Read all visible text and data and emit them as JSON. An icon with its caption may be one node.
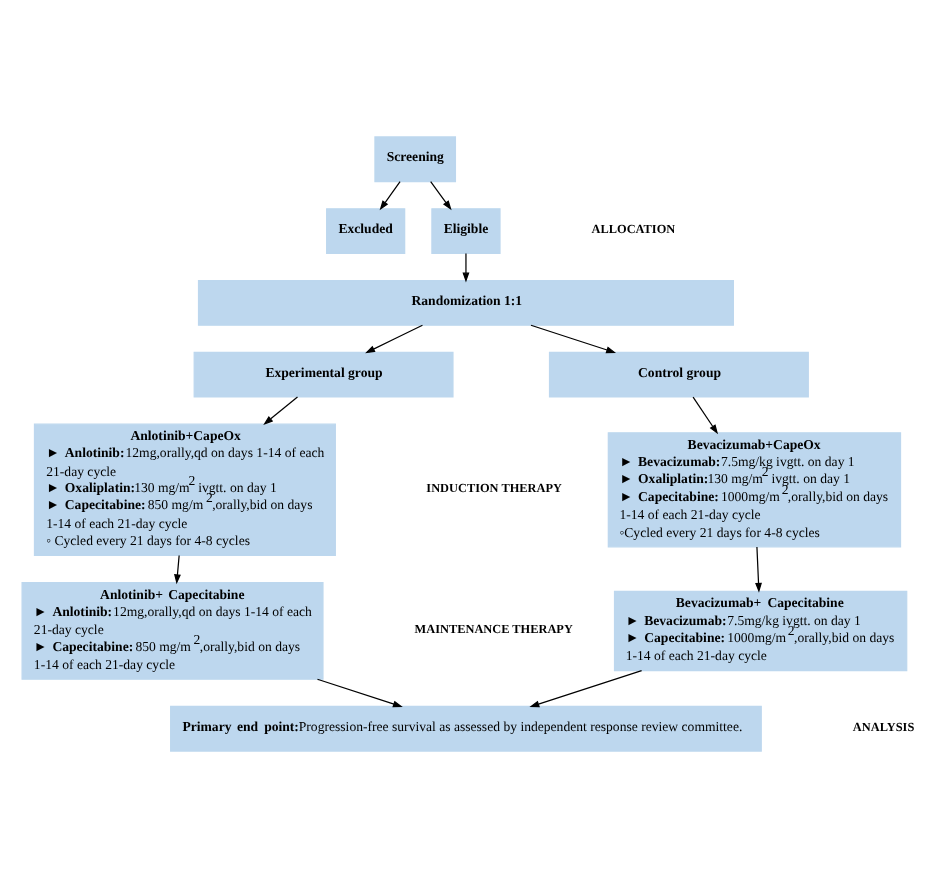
{
  "diagram": {
    "nodes": [
      {
        "text": [
          "Screening"
        ]
      },
      {
        "text": [
          "Excluded"
        ]
      },
      {
        "text": [
          "Eligible"
        ]
      },
      {
        "text": [
          "Randomization 1:1"
        ]
      },
      {
        "text": [
          "Experimental group"
        ]
      },
      {
        "text": [
          "Control group"
        ]
      },
      {
        "text": [
          "Anlotinib+CapeOx",
          "► **Anlotinib:**12mg,orally,qd on days 1-14 of each 21-day cycle",
          "► **Oxaliplatin:**130 mg/m$^{2}$ ivgtt. on day 1",
          "► **Capecitabine:** 850 mg/m$^{2}$,orally,bid on days 1-14 of each 21-day cycle",
          "◦ Cycled every 21 days for 4-8 cycles"
        ]
      },
      {
        "text": [
          "Bevacizumab+CapeOx",
          "► **Bevacizumab:**7.5mg/kg ivgtt. on day 1",
          "► **Oxaliplatin:**130 mg/m$^{2}$ ivgtt. on day 1",
          "► **Capecitabine:** 1000mg/m$^{2}$,orally,bid on days 1-14 of each 21-day cycle",
          "◦Cycled every 21 days for 4-8 cycles"
        ]
      },
      {
        "text": [
          "Anlotinib+ Capecitabine",
          "► **Anlotinib:**12mg,orally,qd on days 1-14 of each 21-day cycle",
          "► **Capecitabine:** 850 mg/m$^{2}$,orally,bid on days 1-14 of each 21-day cycle"
        ]
      },
      {
        "text": [
          "Bevacizumab+ Capecitabine",
          "► **Bevacizumab:**7.5mg/kg ivgtt. on day 1",
          "► **Capecitabine:** 1000mg/m$^{2}$,orally,bid on days 1-14 of each 21-day cycle"
        ]
      },
      {
        "text": [
          "**Primary end point:**Progression-free survival as assessed by independent response review committee."
        ]
      }
    ],
    "edges": [
      {
        "from": 0,
        "to": 2,
        "arrow": "to"
      },
      {
        "from": 0,
        "to": 1,
        "arrow": "to"
      },
      {
        "from": 2,
        "to": 3,
        "arrow": "to"
      },
      {
        "from": 3,
        "to": 4,
        "arrow": "to"
      },
      {
        "from": 3,
        "to": 5,
        "arrow": "to"
      },
      {
        "from": 4,
        "to": 6,
        "arrow": "to"
      },
      {
        "from": 5,
        "to": 7,
        "arrow": "to"
      },
      {
        "from": 6,
        "to": 8,
        "arrow": "to"
      },
      {
        "from": 7,
        "to": 9,
        "arrow": "to"
      },
      {
        "from": 8,
        "to": 10,
        "arrow": "to"
      },
      {
        "from": 9,
        "to": 10,
        "arrow": "to"
      }
    ],
    "labels": [
      "ALLOCATION",
      "INDUCTION THERAPY",
      "MAINTENANCE THERAPY",
      "ANALYSIS"
    ]
  }
}
